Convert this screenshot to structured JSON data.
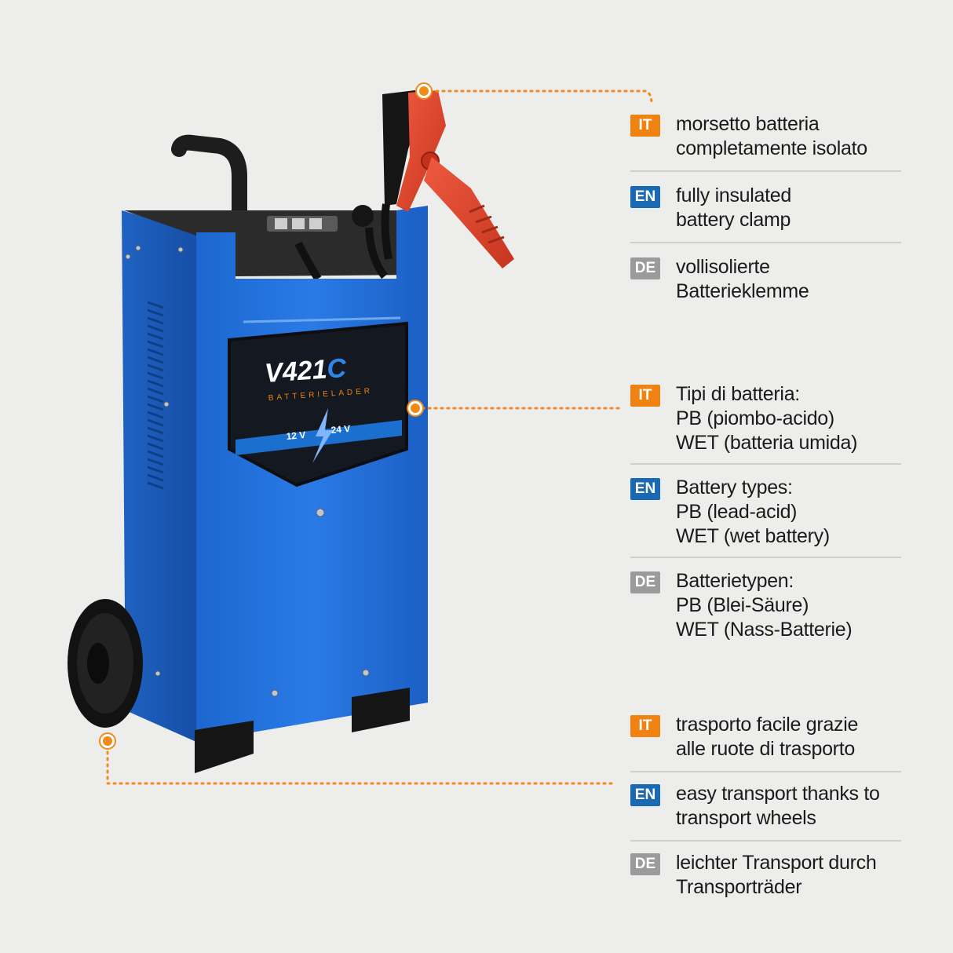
{
  "product": {
    "model": "V421",
    "model_suffix": "C",
    "subtitle": "BATTERIELADER",
    "voltage_left": "12 V",
    "voltage_right": "24 V"
  },
  "colors": {
    "accent": "#f08212",
    "en_badge": "#1a6ab3",
    "de_badge": "#9b9b9b",
    "body_blue": "#1e6fd9",
    "clamp_red": "#e2462f"
  },
  "sections": [
    {
      "it": {
        "lang": "IT",
        "lines": [
          "morsetto batteria",
          "completamente isolato"
        ]
      },
      "en": {
        "lang": "EN",
        "lines": [
          "fully insulated",
          "battery clamp"
        ]
      },
      "de": {
        "lang": "DE",
        "lines": [
          "vollisolierte",
          "Batterieklemme"
        ]
      }
    },
    {
      "it": {
        "lang": "IT",
        "lines": [
          "Tipi di batteria:",
          "PB (piombo-acido)",
          "WET (batteria umida)"
        ]
      },
      "en": {
        "lang": "EN",
        "lines": [
          "Battery types:",
          "PB (lead-acid)",
          "WET (wet battery)"
        ]
      },
      "de": {
        "lang": "DE",
        "lines": [
          "Batterietypen:",
          "PB (Blei-Säure)",
          "WET (Nass-Batterie)"
        ]
      }
    },
    {
      "it": {
        "lang": "IT",
        "lines": [
          "trasporto facile grazie",
          "alle ruote di trasporto"
        ]
      },
      "en": {
        "lang": "EN",
        "lines": [
          "easy transport thanks to",
          "transport wheels"
        ]
      },
      "de": {
        "lang": "DE",
        "lines": [
          "leichter Transport durch",
          "Transporträder"
        ]
      }
    }
  ]
}
